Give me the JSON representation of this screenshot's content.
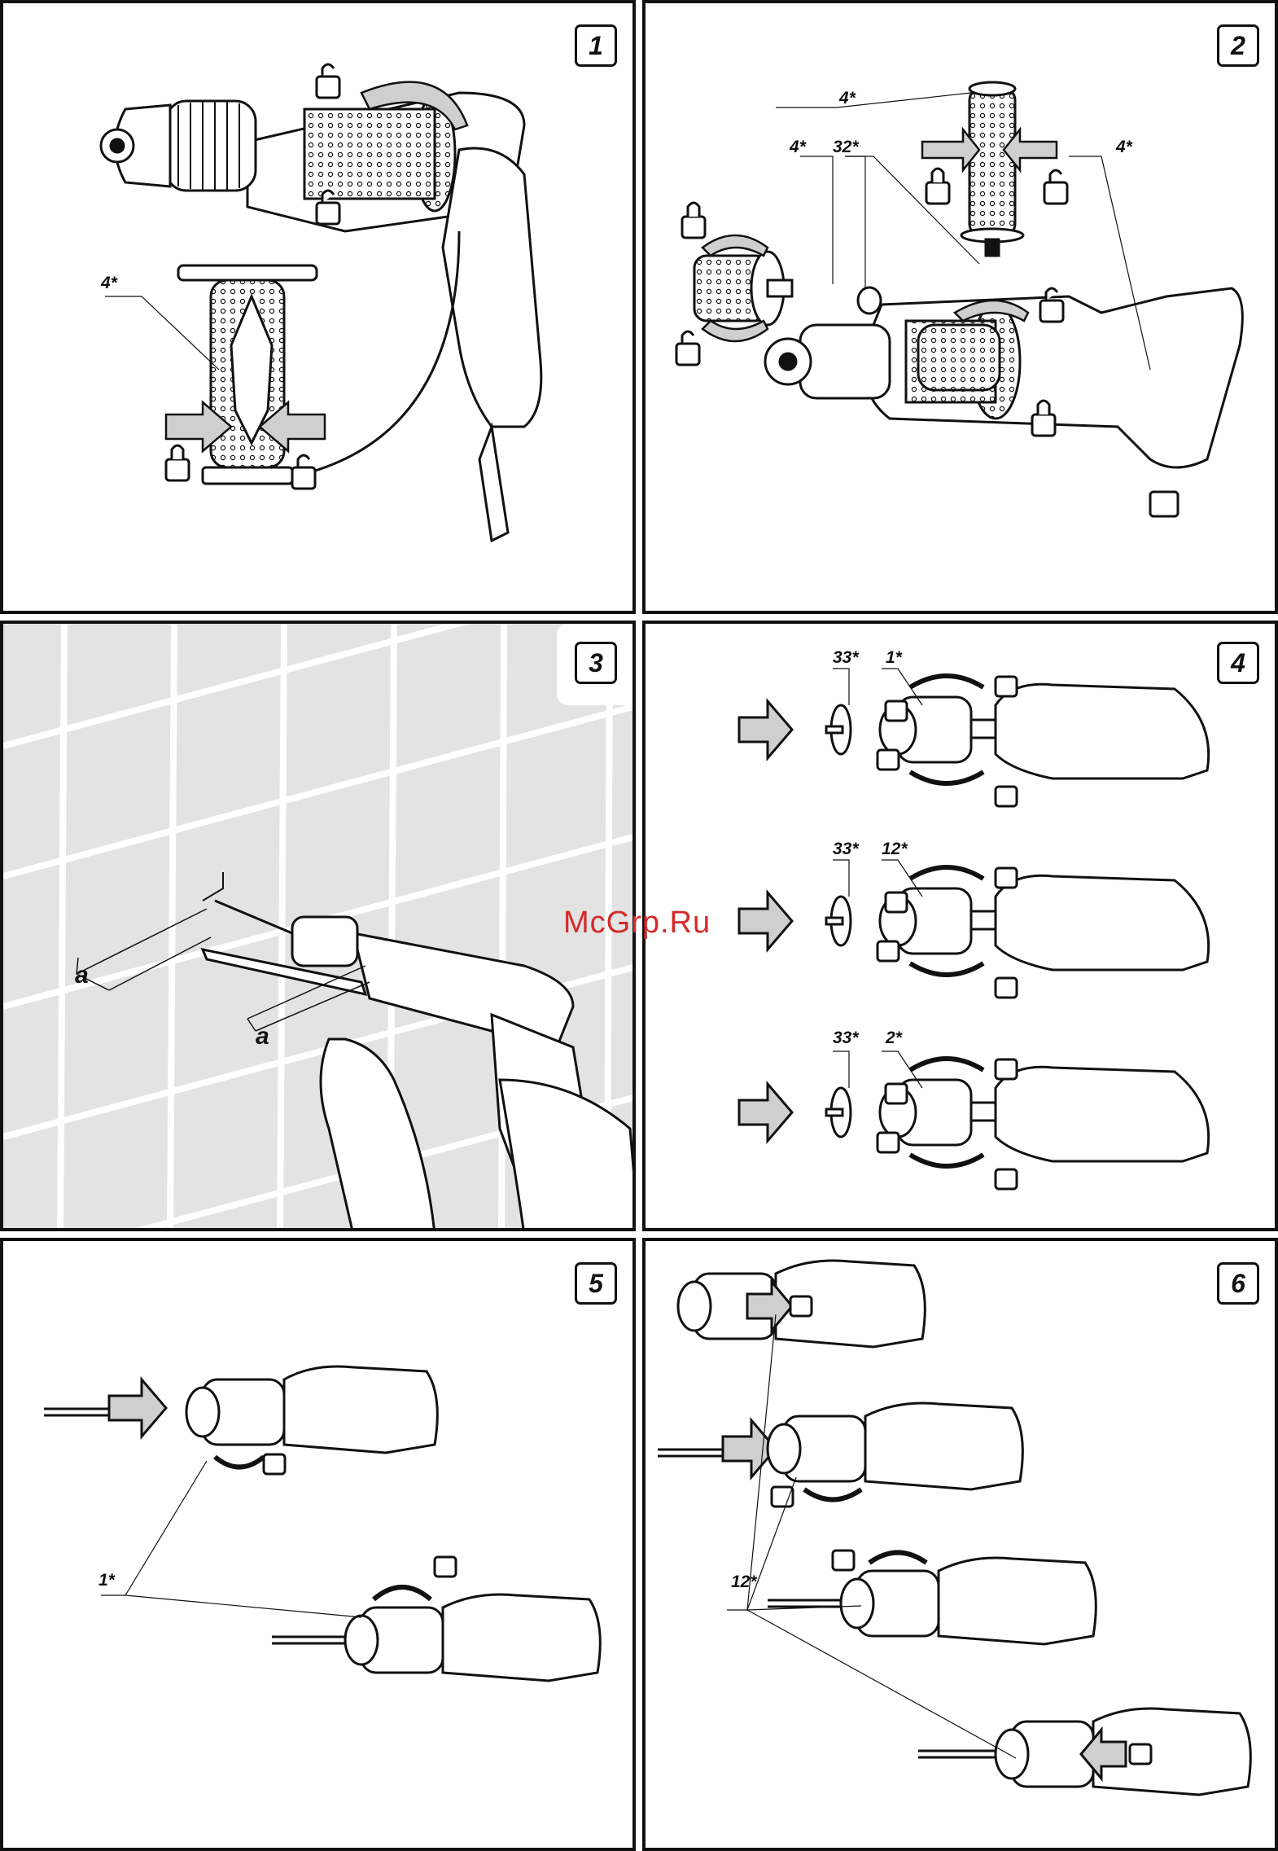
{
  "panels": [
    {
      "number": "1",
      "labels": [
        "4*"
      ]
    },
    {
      "number": "2",
      "labels": [
        "4*",
        "4*",
        "32*",
        "4*"
      ]
    },
    {
      "number": "3",
      "labels": [
        "a",
        "a"
      ]
    },
    {
      "number": "4",
      "labels": [
        "33*",
        "1*",
        "33*",
        "12*",
        "33*",
        "2*"
      ]
    },
    {
      "number": "5",
      "labels": [
        "1*"
      ]
    },
    {
      "number": "6",
      "labels": [
        "12*"
      ]
    }
  ],
  "watermark": "McGrp.Ru",
  "colors": {
    "line": "#111111",
    "tile": "#e3e3e3",
    "grout": "#ffffff",
    "arrow": "#cfcfcf",
    "watermark": "#d42a2a"
  }
}
